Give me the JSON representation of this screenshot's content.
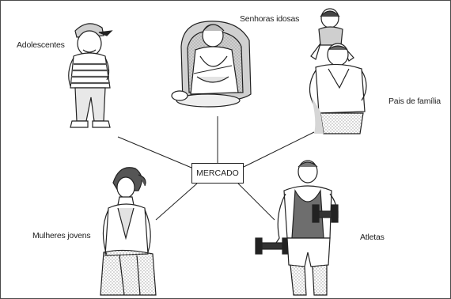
{
  "center_label": "MERCADO",
  "segments": [
    {
      "id": "adolescentes",
      "label": "Adolescentes"
    },
    {
      "id": "senhoras",
      "label": "Senhoras idosas"
    },
    {
      "id": "pais",
      "label": "Pais de família"
    },
    {
      "id": "mulheres",
      "label": "Mulheres jovens"
    },
    {
      "id": "atletas",
      "label": "Atletas"
    }
  ],
  "colors": {
    "line": "#222222",
    "shade": "#b8b8b8",
    "text": "#222222"
  }
}
